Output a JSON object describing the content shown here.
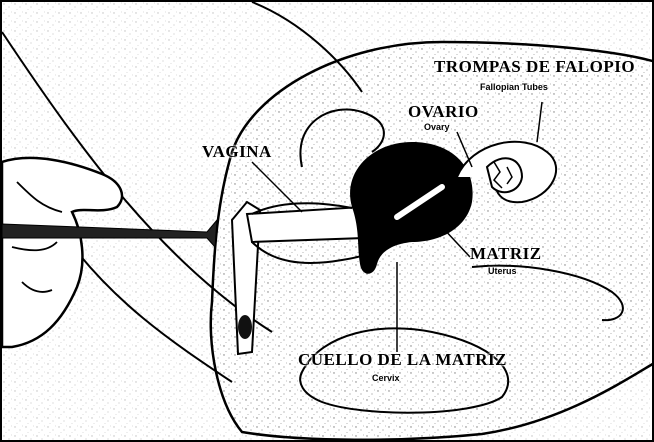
{
  "labels": {
    "fallopian": {
      "es": "TROMPAS DE FALOPIO",
      "en": "Fallopian Tubes"
    },
    "ovary": {
      "es": "OVARIO",
      "en": "Ovary"
    },
    "vagina": {
      "es": "VAGINA"
    },
    "uterus": {
      "es": "MATRIZ",
      "en": "Uterus"
    },
    "cervix": {
      "es": "CUELLO DE LA MATRIZ",
      "en": "Cervix"
    }
  },
  "colors": {
    "ink": "#000000",
    "paper": "#ffffff",
    "stipple": "#9a9a9a"
  }
}
